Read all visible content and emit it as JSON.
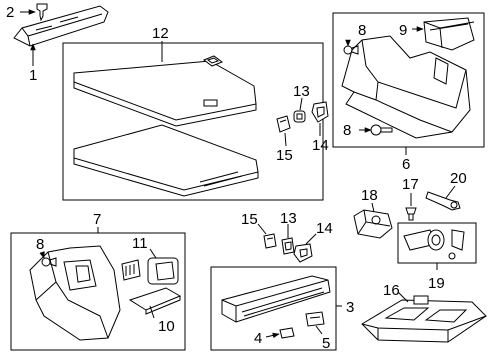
{
  "callouts": {
    "c1": "1",
    "c2": "2",
    "c3": "3",
    "c4": "4",
    "c5": "5",
    "c6": "6",
    "c7": "7",
    "c8a": "8",
    "c8b": "8",
    "c8c": "8",
    "c9": "9",
    "c10": "10",
    "c11": "11",
    "c12": "12",
    "c13a": "13",
    "c13b": "13",
    "c14a": "14",
    "c14b": "14",
    "c15a": "15",
    "c15b": "15",
    "c16": "16",
    "c17": "17",
    "c18": "18",
    "c19": "19",
    "c20": "20"
  }
}
